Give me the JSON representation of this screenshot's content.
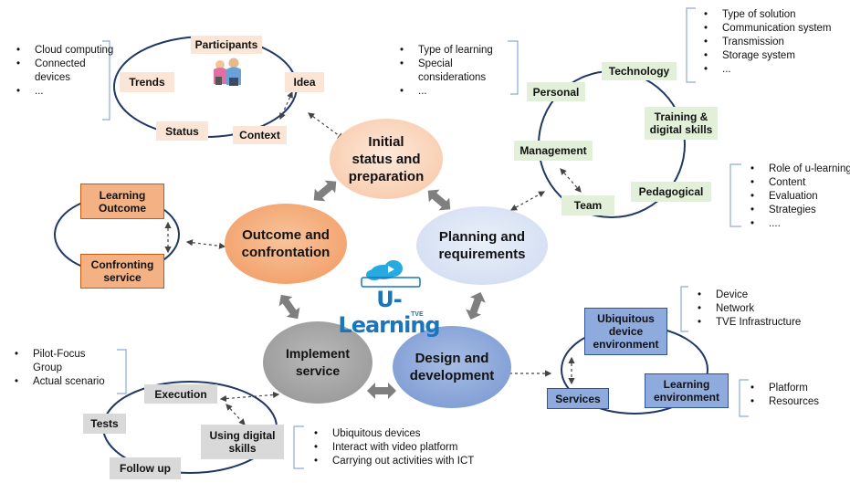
{
  "logo": {
    "main": "U-Learning",
    "sub": "TVE"
  },
  "phases": {
    "initial": {
      "line1": "Initial",
      "line2": "status and",
      "line3": "preparation"
    },
    "planning": {
      "line1": "Planning and",
      "line2": "requirements"
    },
    "design": {
      "line1": "Design and",
      "line2": "development"
    },
    "implement": {
      "line1": "Implement",
      "line2": "service"
    },
    "outcome": {
      "line1": "Outcome and",
      "line2": "confrontation"
    }
  },
  "initial_cycle": {
    "participants": "Participants",
    "idea": "Idea",
    "trends": "Trends",
    "status": "Status",
    "context": "Context",
    "bullets": [
      "Cloud computing",
      "Connected devices",
      "..."
    ]
  },
  "planning_cycle": {
    "technology": "Technology",
    "personal": "Personal",
    "training": {
      "line1": "Training &",
      "line2": "digital skills"
    },
    "management": "Management",
    "pedagogical": "Pedagogical",
    "team": "Team",
    "bullets_learning": [
      "Type of learning",
      "Special considerations",
      "..."
    ],
    "bullets_technology": [
      "Type of solution",
      "Communication system",
      "Transmission",
      "Storage system",
      "..."
    ],
    "bullets_pedagogical": [
      "Role of u-learning",
      "Content",
      "Evaluation",
      "Strategies",
      "...."
    ]
  },
  "design_cycle": {
    "ubiquitous": {
      "line1": "Ubiquitous",
      "line2": "device",
      "line3": "environment"
    },
    "learning_env": {
      "line1": "Learning",
      "line2": "environment"
    },
    "services": "Services",
    "bullets_device": [
      "Device",
      "Network",
      "TVE Infrastructure"
    ],
    "bullets_learning": [
      "Platform",
      "Resources"
    ]
  },
  "implement_cycle": {
    "execution": "Execution",
    "tests": "Tests",
    "follow_up": "Follow up",
    "using_digital": {
      "line1": "Using digital",
      "line2": "skills"
    },
    "bullets_pilot": [
      "Pilot-Focus Group",
      "Actual scenario"
    ],
    "bullets_using": [
      "Ubiquitous devices",
      "Interact with video platform",
      "Carrying out activities with ICT"
    ]
  },
  "outcome_cycle": {
    "learning_outcome": {
      "line1": "Learning",
      "line2": "Outcome"
    },
    "confronting": {
      "line1": "Confronting",
      "line2": "service"
    }
  },
  "colors": {
    "peach": "#fbe5d6",
    "orange_circle": "#f4b183",
    "green": "#e2f0d9",
    "blue_circle": "#dae3f3",
    "blue_box": "#8faadc",
    "grey": "#d9d9d9",
    "arrow_grey": "#7f7f7f",
    "ellipse_stroke": "#1f3864"
  }
}
